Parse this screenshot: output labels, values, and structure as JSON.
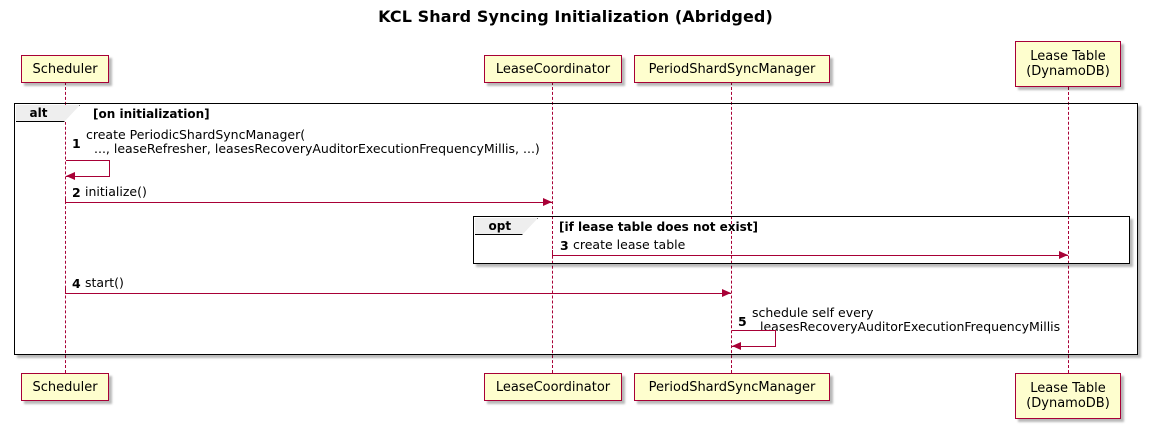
{
  "title": "KCL Shard Syncing Initialization (Abridged)",
  "diagram": {
    "type": "sequence-diagram",
    "colors": {
      "participant_fill": "#FEFECE",
      "participant_border": "#A80036",
      "arrow": "#A80036",
      "frame_border": "#000000",
      "frame_tab_fill": "#EEEEEE",
      "background": "#FFFFFF"
    }
  },
  "participants": [
    {
      "id": "scheduler",
      "label": "Scheduler"
    },
    {
      "id": "leasecoordinator",
      "label": "LeaseCoordinator"
    },
    {
      "id": "periodshardsyncmanager",
      "label": "PeriodShardSyncManager"
    },
    {
      "id": "leasetable",
      "label": "Lease Table\n(DynamoDB)"
    }
  ],
  "fragments": [
    {
      "id": "alt-frame",
      "type": "alt",
      "label": "alt",
      "condition": "[on initialization]"
    },
    {
      "id": "opt-frame",
      "type": "opt",
      "label": "opt",
      "condition": "[if lease table does not exist]"
    }
  ],
  "messages": [
    {
      "number": "1",
      "from": "scheduler",
      "to": "scheduler",
      "kind": "self",
      "text_line1": "create PeriodicShardSyncManager(",
      "text_line2": "..., leaseRefresher, leasesRecoveryAuditorExecutionFrequencyMillis, ...)"
    },
    {
      "number": "2",
      "from": "scheduler",
      "to": "leasecoordinator",
      "kind": "call",
      "text_line1": "initialize()",
      "text_line2": ""
    },
    {
      "number": "3",
      "from": "leasecoordinator",
      "to": "leasetable",
      "kind": "call",
      "text_line1": "create lease table",
      "text_line2": ""
    },
    {
      "number": "4",
      "from": "scheduler",
      "to": "periodshardsyncmanager",
      "kind": "call",
      "text_line1": "start()",
      "text_line2": ""
    },
    {
      "number": "5",
      "from": "periodshardsyncmanager",
      "to": "periodshardsyncmanager",
      "kind": "self",
      "text_line1": "schedule self every",
      "text_line2": "leasesRecoveryAuditorExecutionFrequencyMillis"
    }
  ]
}
